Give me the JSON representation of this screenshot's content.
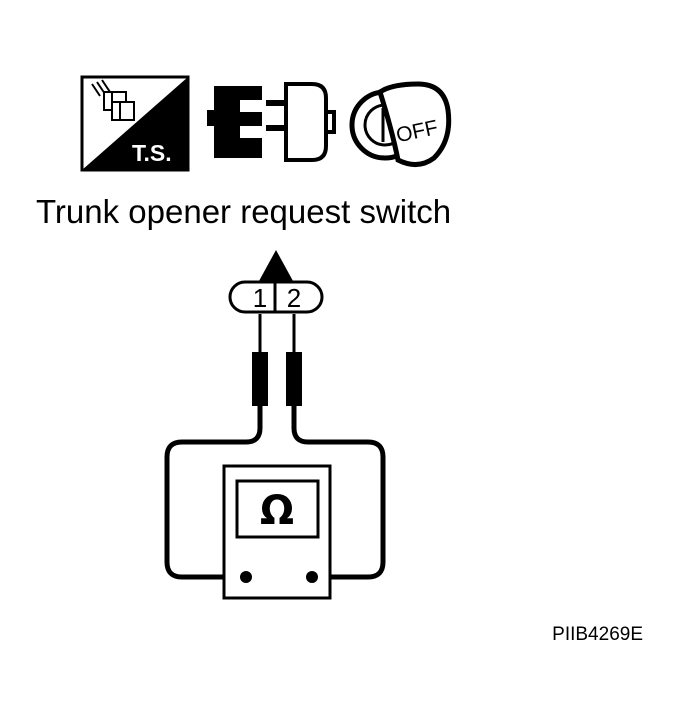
{
  "icons": {
    "troubleshooting": {
      "label": "T.S.",
      "icon": "troubleshooting-icon"
    },
    "disconnect": {
      "icon": "connector-disconnect-icon"
    },
    "ignition": {
      "label": "OFF",
      "icon": "ignition-key-off-icon"
    }
  },
  "diagram": {
    "component_name": "Trunk opener request switch",
    "connector": {
      "terminals": [
        "1",
        "2"
      ]
    },
    "meter": {
      "symbol": "Ω",
      "icon": "ohmmeter-icon"
    }
  },
  "reference_code": "PIIB4269E",
  "colors": {
    "ink": "#000000",
    "paper": "#ffffff"
  }
}
